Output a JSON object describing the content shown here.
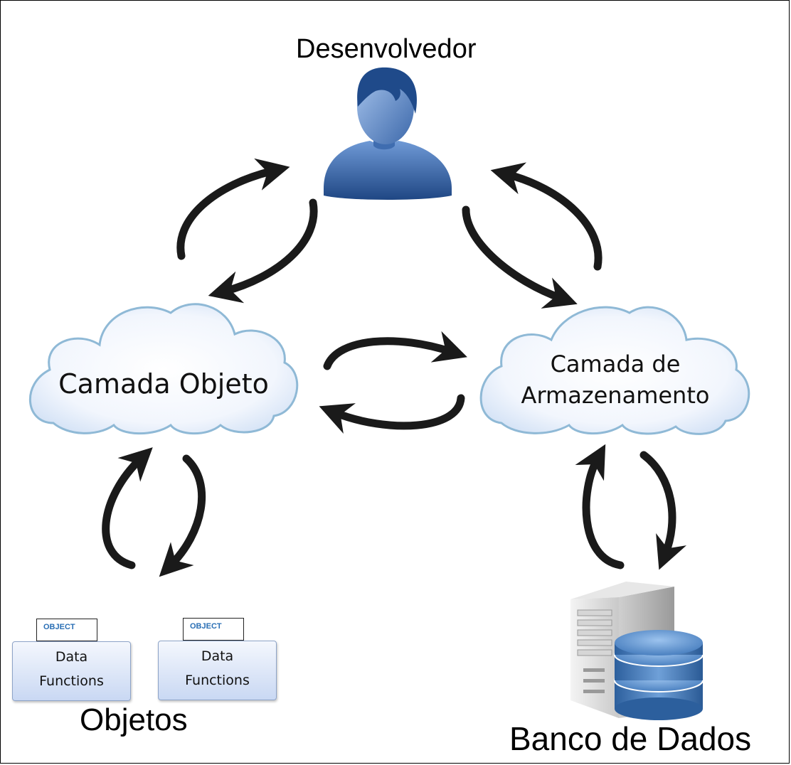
{
  "developer": {
    "label": "Desenvolvedor",
    "icon": "user-icon"
  },
  "object_layer": {
    "label": "Camada Objeto"
  },
  "storage_layer": {
    "line1": "Camada de",
    "line2": "Armazenamento"
  },
  "objects": {
    "label": "Objetos",
    "items": [
      {
        "tab": "OBJECT",
        "line1": "Data",
        "line2": "Functions"
      },
      {
        "tab": "OBJECT",
        "line1": "Data",
        "line2": "Functions"
      }
    ]
  },
  "database": {
    "label": "Banco de Dados",
    "icon": "database-server-icon"
  },
  "colors": {
    "cloud_fill": "#eaf1fc",
    "cloud_outline": "#8fb9d6",
    "user_blue": "#2f5e9e",
    "db_blue": "#3f78b8",
    "arrow": "#1a1a1a"
  }
}
